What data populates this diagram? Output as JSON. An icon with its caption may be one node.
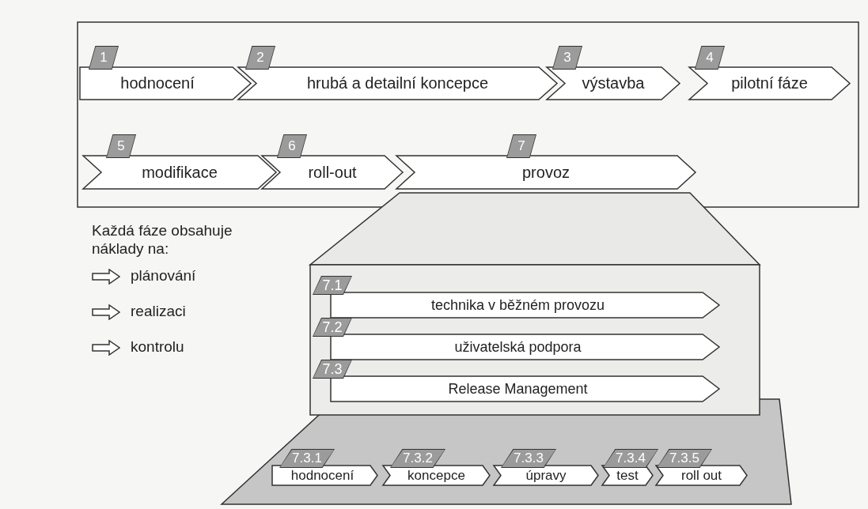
{
  "diagram": {
    "nodes": [
      {
        "text": [
          "1",
          "hodnocení"
        ]
      },
      {
        "text": [
          "2",
          "hrubá a detailní koncepce"
        ]
      },
      {
        "text": [
          "3",
          "výstavba"
        ]
      },
      {
        "text": [
          "4",
          "pilotní fáze"
        ]
      },
      {
        "text": [
          "5",
          "modifikace"
        ]
      },
      {
        "text": [
          "6",
          "roll-out"
        ]
      },
      {
        "text": [
          "7",
          "provoz"
        ]
      },
      {
        "text": [
          "7.1",
          "technika v běžném provozu"
        ]
      },
      {
        "text": [
          "7.2",
          "uživatelská podpora"
        ]
      },
      {
        "text": [
          "7.3",
          "Release Management"
        ]
      },
      {
        "text": [
          "7.3.1",
          "hodnocení"
        ]
      },
      {
        "text": [
          "7.3.2",
          "koncepce"
        ]
      },
      {
        "text": [
          "7.3.3",
          "úpravy"
        ]
      },
      {
        "text": [
          "7.3.4",
          "test"
        ]
      },
      {
        "text": [
          "7.3.5",
          "roll out"
        ]
      }
    ],
    "labels": [
      "Každá fáze obsahuje náklady na:",
      "plánování",
      "realizaci",
      "kontrolu"
    ]
  }
}
